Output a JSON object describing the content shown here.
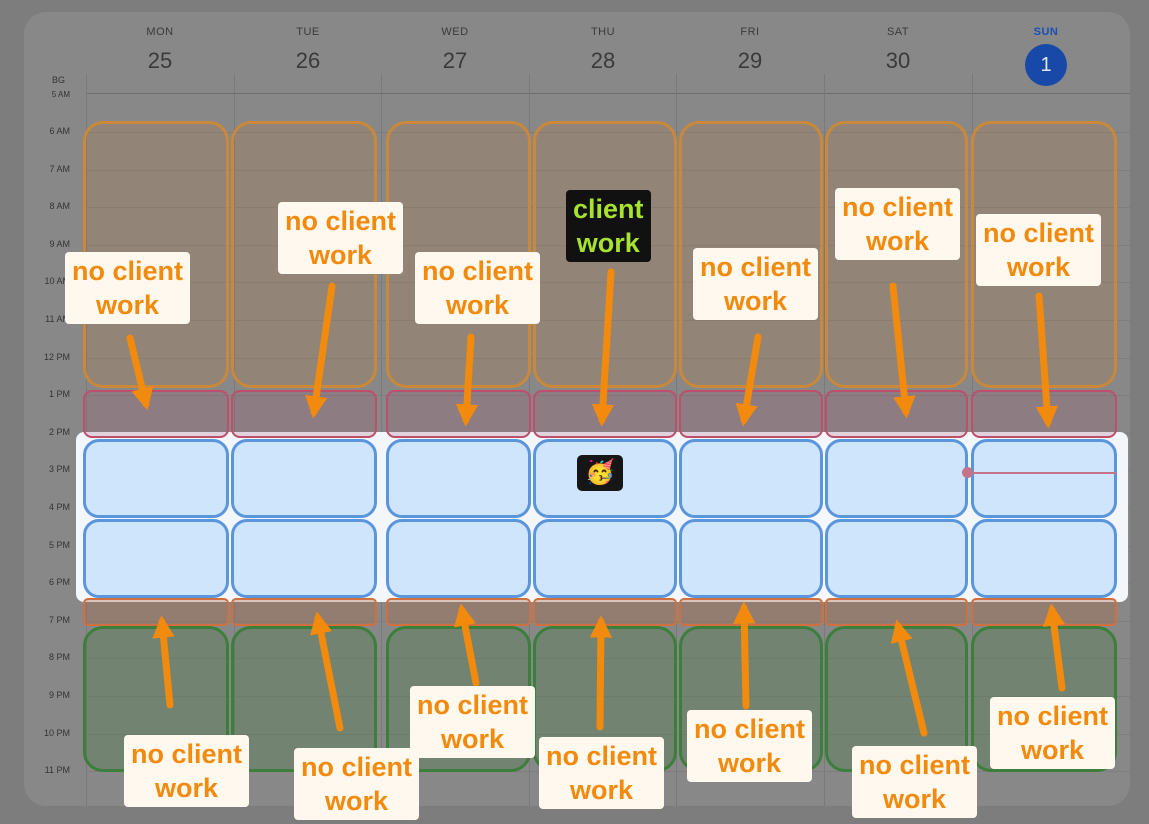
{
  "timezone_label": "BG",
  "partial_hour_label": "5 AM",
  "days": [
    {
      "name": "MON",
      "date": "25",
      "today": false
    },
    {
      "name": "TUE",
      "date": "26",
      "today": false
    },
    {
      "name": "WED",
      "date": "27",
      "today": false
    },
    {
      "name": "THU",
      "date": "28",
      "today": false
    },
    {
      "name": "FRI",
      "date": "29",
      "today": false
    },
    {
      "name": "SAT",
      "date": "30",
      "today": false
    },
    {
      "name": "SUN",
      "date": "1",
      "today": true
    }
  ],
  "hours": [
    "6 AM",
    "7 AM",
    "8 AM",
    "9 AM",
    "10 AM",
    "11 AM",
    "12 PM",
    "1 PM",
    "2 PM",
    "3 PM",
    "4 PM",
    "5 PM",
    "6 PM",
    "7 PM",
    "8 PM",
    "9 PM",
    "10 PM",
    "11 PM"
  ],
  "annotations": {
    "no_client": "no client\nwork",
    "client": "client\nwork",
    "emoji_icon": "party-face-emoji"
  },
  "colors": {
    "annotation_orange": "#f28a0d",
    "morning_block": "#c9883a",
    "lunch_block": "#bd4e6c",
    "work_block": "#5b95dc",
    "dinner_block": "#d0703e",
    "evening_block": "#3c7f3c",
    "today_circle": "#1849a9",
    "current_time": "#c47488"
  }
}
